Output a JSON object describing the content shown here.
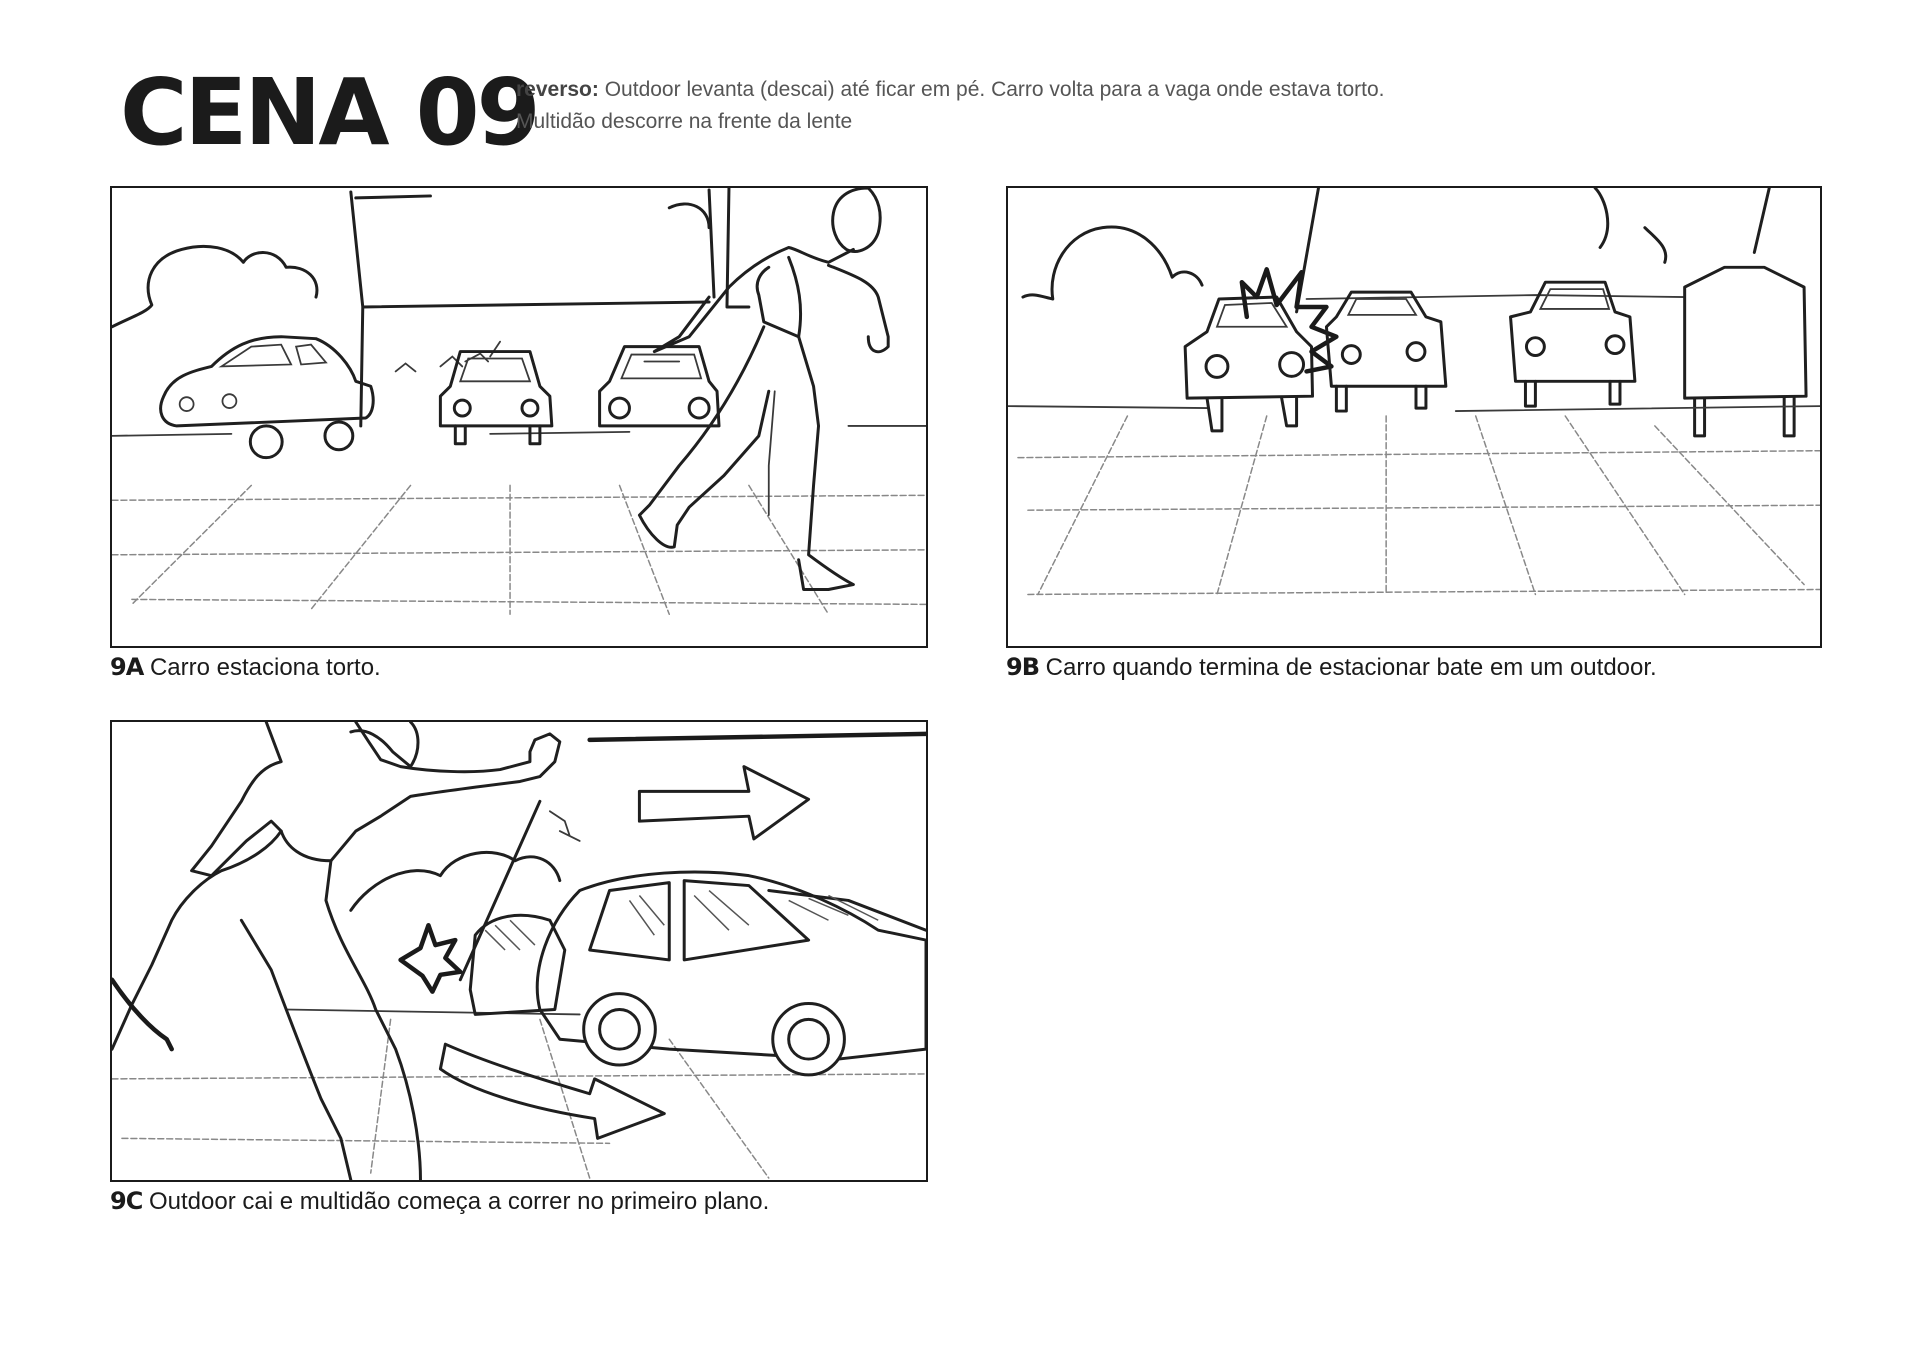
{
  "scene": {
    "title": "CENA 09",
    "description_lead": "reverso:",
    "description_line1": " Outdoor levanta (descai) até ficar em pé. Carro volta para a vaga onde estava torto.",
    "description_line2": "Multidão descorre na frente da lente"
  },
  "panels": [
    {
      "code": "9A",
      "text": " Carro estaciona torto."
    },
    {
      "code": "9B",
      "text": " Carro quando termina de estacionar bate em um outdoor."
    },
    {
      "code": "9C",
      "text": " Outdoor cai e multidão começa a correr no primeiro plano."
    }
  ]
}
